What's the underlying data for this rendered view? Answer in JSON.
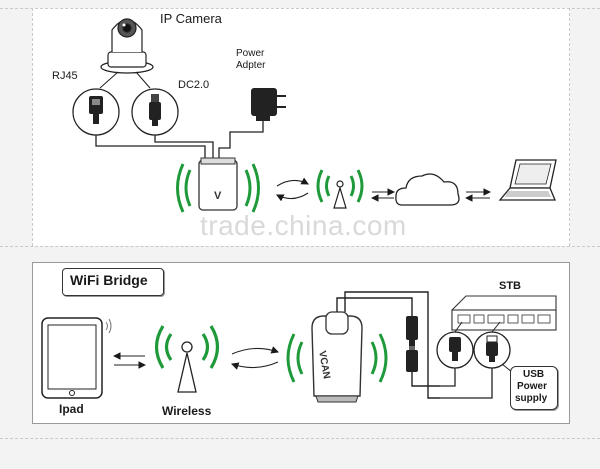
{
  "top_section": {
    "title": "IP Camera",
    "rj45_label": "RJ45",
    "dc_label": "DC2.0",
    "power_label_line1": "Power",
    "power_label_line2": "Adpter",
    "device_mark": "V"
  },
  "bottom_section": {
    "title": "WiFi Bridge",
    "ipad_label": "Ipad",
    "wireless_label": "Wireless",
    "stb_label": "STB",
    "usb_line1": "USB",
    "usb_line2": "Power",
    "usb_line3": "supply",
    "device_mark": "VCAN"
  },
  "watermark": "trade.china.com",
  "colors": {
    "wifi_green": "#1f9a3a",
    "line": "#1a1a1a",
    "panel_border": "#9a9a9a"
  }
}
